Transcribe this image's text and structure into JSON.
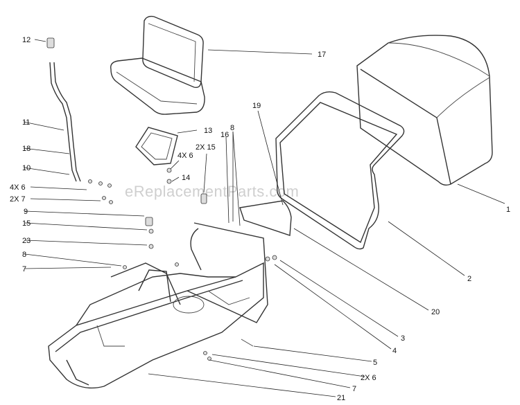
{
  "watermark": "eReplacementParts.com",
  "labels": [
    {
      "key": "l12",
      "text": "12"
    },
    {
      "key": "l17",
      "text": "17"
    },
    {
      "key": "l11",
      "text": "11"
    },
    {
      "key": "l18",
      "text": "18"
    },
    {
      "key": "l10",
      "text": "10"
    },
    {
      "key": "l4x6a",
      "text": "4X 6"
    },
    {
      "key": "l2x7",
      "text": "2X 7"
    },
    {
      "key": "l9",
      "text": "9"
    },
    {
      "key": "l15a",
      "text": "15"
    },
    {
      "key": "l23",
      "text": "23"
    },
    {
      "key": "l8a",
      "text": "8"
    },
    {
      "key": "l7a",
      "text": "7"
    },
    {
      "key": "l13",
      "text": "13"
    },
    {
      "key": "l4x6b",
      "text": "4X 6"
    },
    {
      "key": "l2x15",
      "text": "2X 15"
    },
    {
      "key": "l14",
      "text": "14"
    },
    {
      "key": "l16",
      "text": "16"
    },
    {
      "key": "l8b",
      "text": "8"
    },
    {
      "key": "l19",
      "text": "19"
    },
    {
      "key": "l1",
      "text": "1"
    },
    {
      "key": "l2",
      "text": "2"
    },
    {
      "key": "l20",
      "text": "20"
    },
    {
      "key": "l3",
      "text": "3"
    },
    {
      "key": "l4",
      "text": "4"
    },
    {
      "key": "l5",
      "text": "5"
    },
    {
      "key": "l2x6",
      "text": "2X 6"
    },
    {
      "key": "l7b",
      "text": "7"
    },
    {
      "key": "l21",
      "text": "21"
    }
  ]
}
